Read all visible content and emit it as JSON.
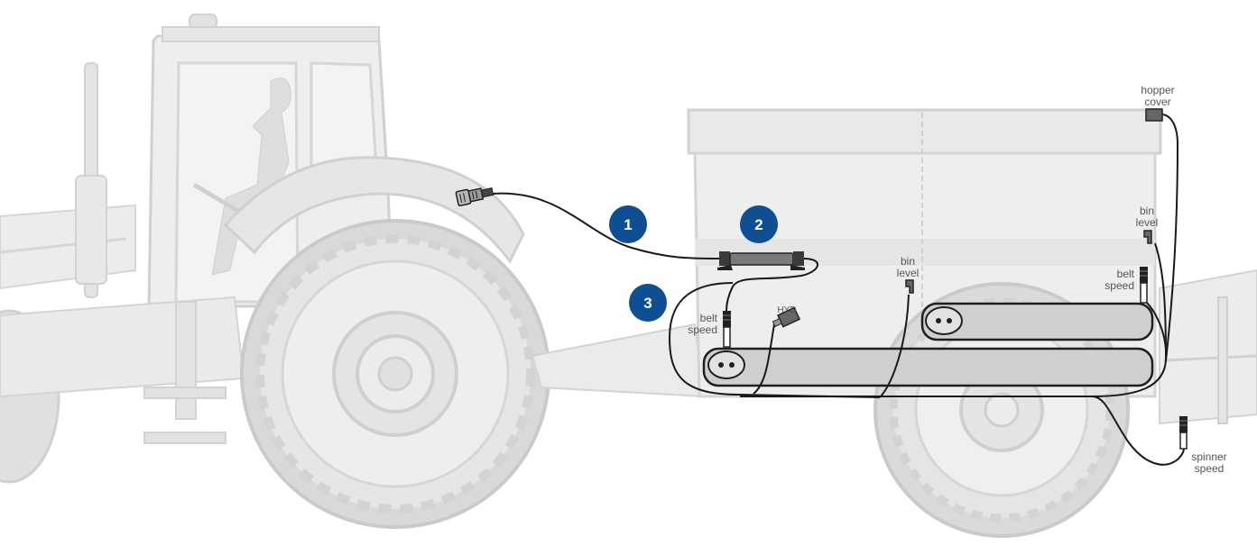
{
  "colors": {
    "badge": "#0e4f94",
    "cable": "#1a1a1a",
    "vehicle_fill": "#e8e8e8",
    "vehicle_stroke": "#d2d2d2",
    "tire": "#dcdcdc",
    "belt_fill": "#cfcfcf",
    "belt_stroke": "#1f1f1f"
  },
  "badges": [
    {
      "number": "1"
    },
    {
      "number": "2"
    },
    {
      "number": "3"
    }
  ],
  "labels": {
    "hopper_cover": [
      "hopper",
      "cover"
    ],
    "bin_level_rear": [
      "bin",
      "level"
    ],
    "belt_speed_rear": [
      "belt",
      "speed"
    ],
    "bin_level_mid": [
      "bin",
      "level"
    ],
    "belt_speed_front": [
      "belt",
      "speed"
    ],
    "hyd": "HYD",
    "spinner_speed": [
      "spinner",
      "speed"
    ]
  },
  "icons": [
    "tractor-connector-icon",
    "harness-module-icon",
    "belt-speed-sensor-icon",
    "hyd-sensor-icon",
    "bin-level-sensor-icon",
    "hopper-cover-sensor-icon",
    "spinner-speed-sensor-icon"
  ]
}
